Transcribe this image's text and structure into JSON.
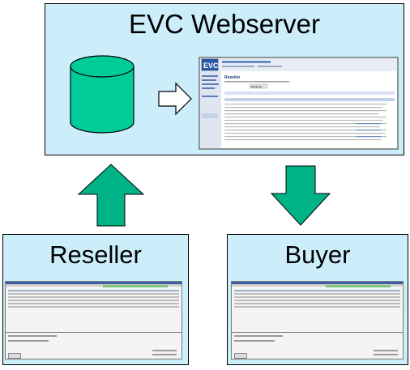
{
  "boxes": {
    "webserver": {
      "title": "EVC Webserver"
    },
    "reseller": {
      "title": "Reseller"
    },
    "buyer": {
      "title": "Buyer"
    }
  },
  "screenshot": {
    "logo": "EVC",
    "page_heading": "Reseller",
    "button_label": "Bekijk lijst"
  },
  "colors": {
    "box_fill": "#cceefa",
    "arrow_fill": "#00b386",
    "database_fill": "#00cc99"
  },
  "arrows": [
    {
      "from": "reseller",
      "to": "webserver",
      "direction": "up"
    },
    {
      "from": "webserver",
      "to": "buyer",
      "direction": "down"
    },
    {
      "from": "database",
      "to": "screenshot",
      "direction": "right"
    }
  ]
}
